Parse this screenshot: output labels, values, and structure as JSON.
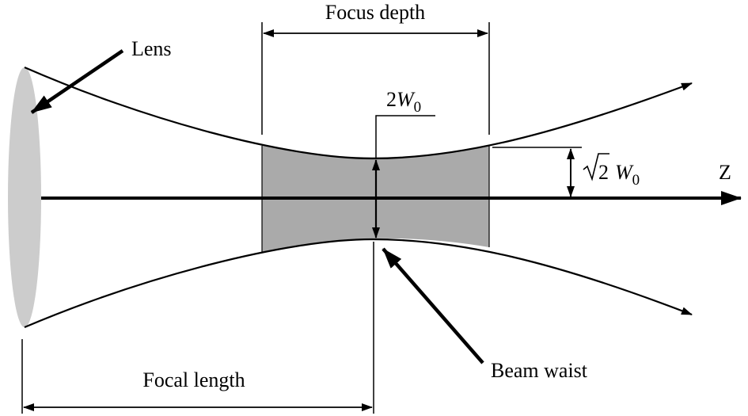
{
  "labels": {
    "focus_depth": "Focus depth",
    "lens": "Lens",
    "waist_diameter_coeff": "2",
    "waist_symbol": "W",
    "waist_subscript": "0",
    "radius_coeff": "2",
    "radius_symbol": "W",
    "radius_subscript": "0",
    "axis": "Z",
    "beam_waist": "Beam waist",
    "focal_length": "Focal length"
  },
  "colors": {
    "lens_fill": "#cccccc",
    "focus_region_fill": "#aaaaaa",
    "line": "#000000"
  }
}
